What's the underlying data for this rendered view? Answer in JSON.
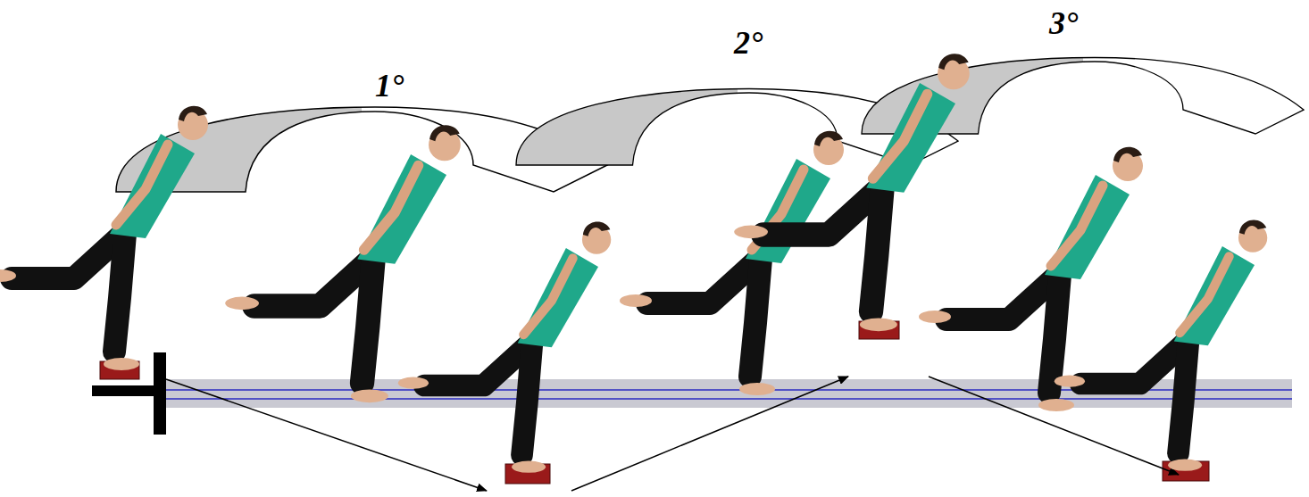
{
  "diagram": {
    "labels": [
      "1°",
      "2°",
      "3°"
    ]
  }
}
